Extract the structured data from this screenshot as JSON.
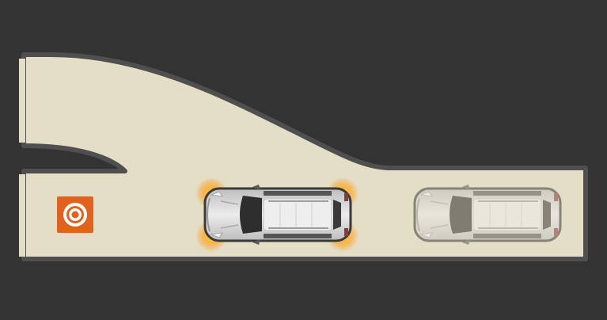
{
  "scene": {
    "colors": {
      "background": "#333333",
      "road": "#e4dec6",
      "road_edge": "#4f4f4f",
      "target": "#e0621e",
      "warning_glow": "#ffb21e",
      "car_body": "#d8d8d8"
    },
    "icons": {
      "destination": "target-icon",
      "active_vehicle": "suv-active-icon",
      "ghost_vehicle": "suv-ghost-icon"
    },
    "vehicles": [
      {
        "role": "active",
        "hazard_lights": "on"
      },
      {
        "role": "ghost",
        "hazard_lights": "off"
      }
    ]
  }
}
